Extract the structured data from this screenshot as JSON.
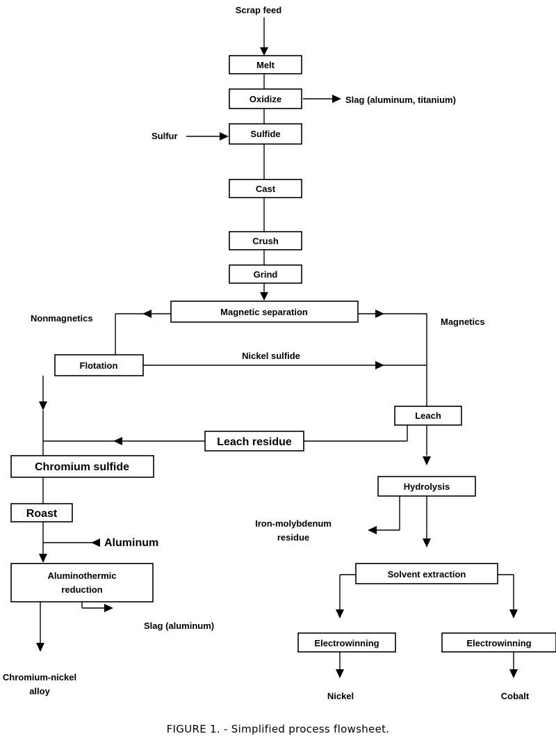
{
  "diagram": {
    "inputs": {
      "scrap_feed": "Scrap feed",
      "sulfur": "Sulfur",
      "aluminum": "Aluminum"
    },
    "steps": {
      "melt": "Melt",
      "oxidize": "Oxidize",
      "sulfide": "Sulfide",
      "cast": "Cast",
      "crush": "Crush",
      "grind": "Grind",
      "magnetic_separation": "Magnetic separation",
      "flotation": "Flotation",
      "leach": "Leach",
      "leach_residue": "Leach residue",
      "chromium_sulfide": "Chromium sulfide",
      "hydrolysis": "Hydrolysis",
      "roast": "Roast",
      "aluminothermic_reduction_line1": "Aluminothermic",
      "aluminothermic_reduction_line2": "reduction",
      "solvent_extraction": "Solvent extraction",
      "electrowinning_nickel": "Electrowinning",
      "electrowinning_cobalt": "Electrowinning"
    },
    "streams": {
      "slag_al_ti": "Slag (aluminum, titanium)",
      "nonmagnetics": "Nonmagnetics",
      "magnetics": "Magnetics",
      "nickel_sulfide": "Nickel sulfide",
      "fe_mo_residue_line1": "Iron-molybdenum",
      "fe_mo_residue_line2": "residue",
      "slag_al": "Slag (aluminum)"
    },
    "products": {
      "cr_ni_alloy_line1": "Chromium-nickel",
      "cr_ni_alloy_line2": "alloy",
      "nickel": "Nickel",
      "cobalt": "Cobalt"
    },
    "caption": "FIGURE 1. - Simplified process flowsheet."
  }
}
